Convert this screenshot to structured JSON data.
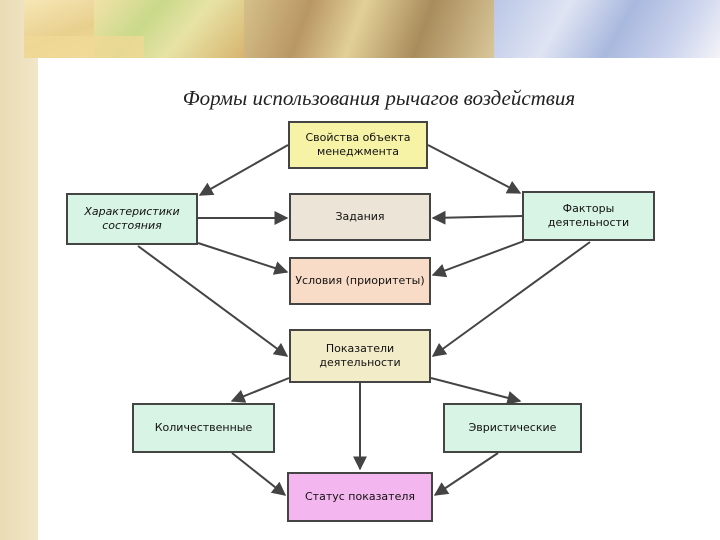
{
  "title": "Формы использования рычагов воздействия",
  "nodes": {
    "props": "Свойства объекта менеджмента",
    "state": "Характеристики состояния",
    "tasks": "Задания",
    "factors": "Факторы деятельности",
    "conditions": "Условия (приоритеты)",
    "indicators": "Показатели деятельности",
    "quantitative": "Количественные",
    "heuristic": "Эвристические",
    "status": "Статус показателя"
  },
  "colors": {
    "line": "#444444",
    "props_fill": "#f6f3a6",
    "state_fill": "#d8f4e4",
    "tasks_fill": "#ece4d6",
    "conditions_fill": "#f8dcc8",
    "indicators_fill": "#f3ecc9",
    "status_fill": "#f4b6ee"
  }
}
